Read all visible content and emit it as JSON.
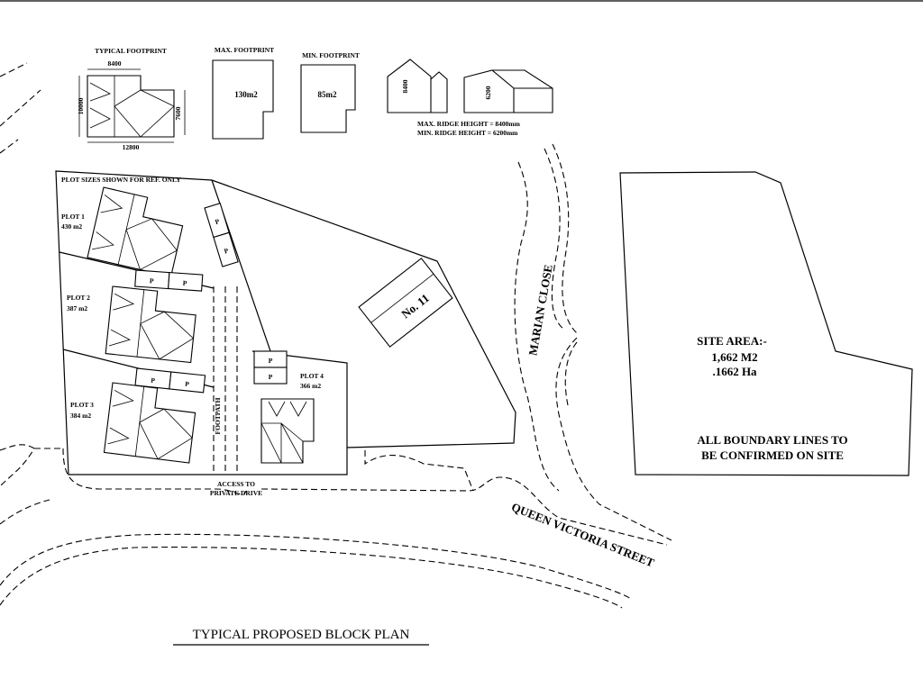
{
  "title": "TYPICAL PROPOSED BLOCK PLAN",
  "legend": {
    "typical_footprint": "TYPICAL FOOTPRINT",
    "dim_top": "8400",
    "dim_left": "10000",
    "dim_right": "7600",
    "dim_bottom": "12800",
    "max_footprint": "MAX. FOOTPRINT",
    "max_area": "130m2",
    "min_footprint": "MIN. FOOTPRINT",
    "min_area": "85m2",
    "elev_max_dim": "8400",
    "elev_min_dim": "6200",
    "max_ridge": "MAX. RIDGE HEIGHT = 8400mm",
    "min_ridge": "MIN. RIDGE HEIGHT = 6200mm"
  },
  "plots": {
    "note": "PLOT SIZES SHOWN FOR REF. ONLY",
    "plot1": {
      "name": "PLOT 1",
      "area": "430 m2"
    },
    "plot2": {
      "name": "PLOT 2",
      "area": "387 m2"
    },
    "plot3": {
      "name": "PLOT 3",
      "area": "384 m2"
    },
    "plot4": {
      "name": "PLOT 4",
      "area": "366 m2"
    },
    "parking_label": "P"
  },
  "streets": {
    "marian_close": "MARIAN CLOSE",
    "queen_victoria": "QUEEN VICTORIA STREET",
    "footpath": "FOOTPATH",
    "access_line1": "ACCESS TO",
    "access_line2": "PRIVATE DRIVE",
    "existing_house": "No. 11"
  },
  "site": {
    "area_label": "SITE AREA:-",
    "area_m2": "1,662 M2",
    "area_ha": ".1662 Ha",
    "note_line1": "ALL BOUNDARY LINES TO",
    "note_line2": "BE CONFIRMED ON SITE"
  }
}
